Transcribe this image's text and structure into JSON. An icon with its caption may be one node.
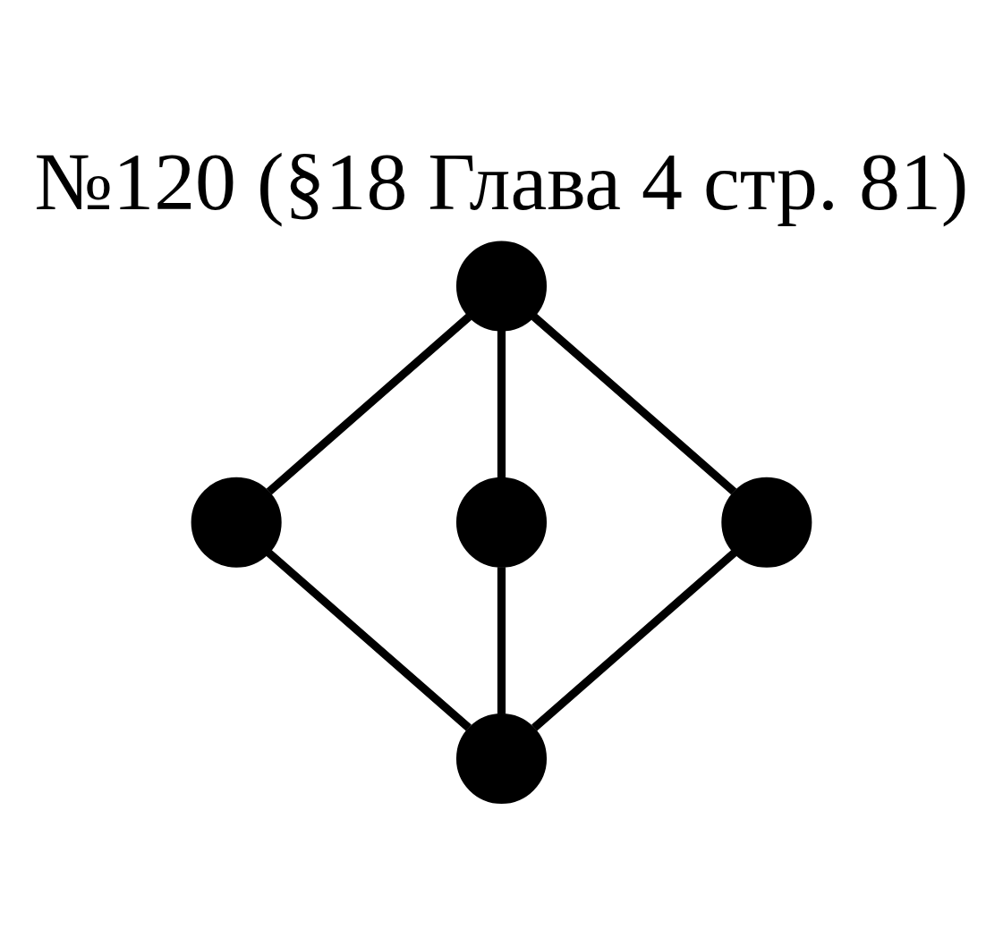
{
  "diagram": {
    "title": "№120 (§18 Глава 4 стр. 81)",
    "nodes": [
      {
        "text": [],
        "shape": "circle"
      },
      {
        "text": [],
        "shape": "circle"
      },
      {
        "text": [],
        "shape": "circle"
      },
      {
        "text": [],
        "shape": "circle"
      },
      {
        "text": [],
        "shape": "circle"
      }
    ],
    "edges": [
      {
        "from": 0,
        "to": 2,
        "arrow": "none"
      },
      {
        "from": 0,
        "to": 1,
        "arrow": "none"
      },
      {
        "from": 0,
        "to": 3,
        "arrow": "none"
      },
      {
        "from": 2,
        "to": 4,
        "arrow": "none"
      },
      {
        "from": 3,
        "to": 4,
        "arrow": "none"
      },
      {
        "from": 1,
        "to": 4,
        "arrow": "none"
      }
    ]
  }
}
